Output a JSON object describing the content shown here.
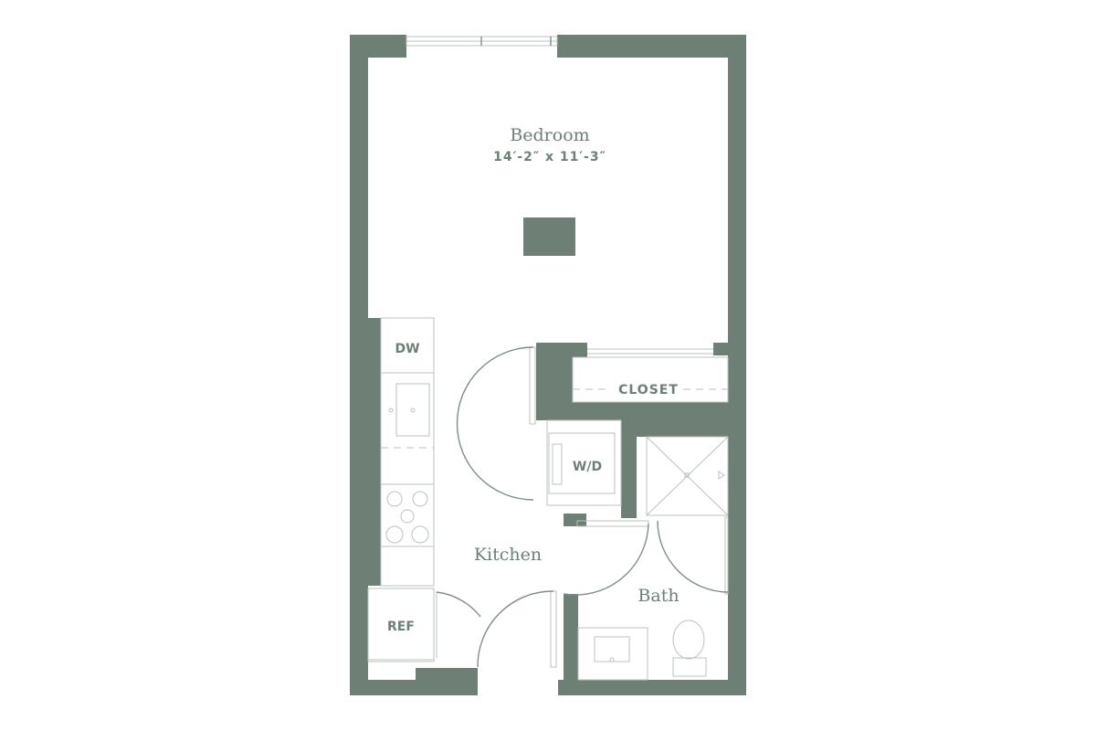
{
  "colors": {
    "wall": "#6e7f76",
    "line": "#7f8f88",
    "thin": "#b9c3be",
    "background": "#ffffff"
  },
  "rooms": {
    "bedroom": {
      "name": "Bedroom",
      "dimensions": "14′-2″ x 11′-3″"
    },
    "kitchen": {
      "name": "Kitchen"
    },
    "bath": {
      "name": "Bath"
    }
  },
  "fixtures": {
    "dishwasher": "DW",
    "closet": "CLOSET",
    "washer_dryer": "W/D",
    "refrigerator": "REF"
  }
}
